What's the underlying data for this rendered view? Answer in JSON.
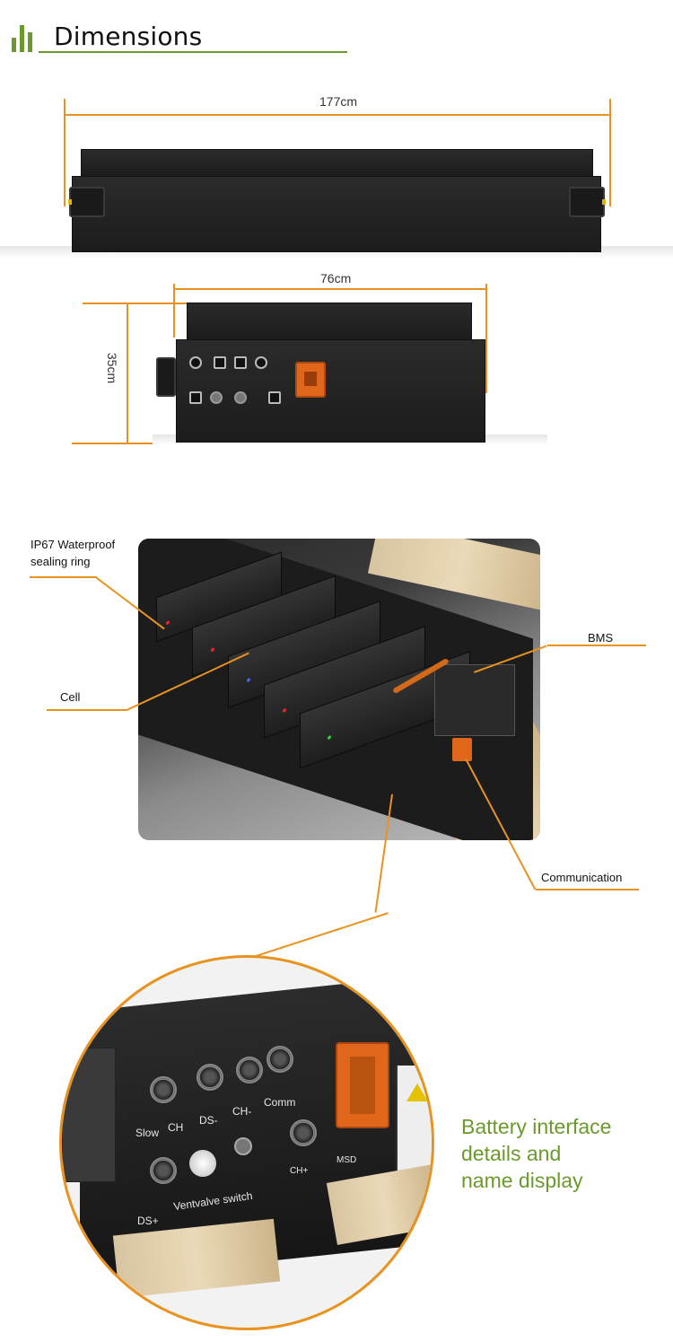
{
  "header": {
    "title": "Dimensions"
  },
  "dimensions": {
    "length": "177cm",
    "width": "76cm",
    "height": "35cm"
  },
  "callouts": {
    "waterproof": "IP67 Waterproof sealing ring",
    "waterproof_line1": "IP67 Waterproof",
    "waterproof_line2": "sealing ring",
    "cell": "Cell",
    "bms": "BMS",
    "communication": "Communication"
  },
  "closeup_labels": {
    "slow": "Slow",
    "ch": "CH",
    "ds_minus": "DS-",
    "ch_minus": "CH-",
    "comm": "Comm",
    "ch_plus": "CH+",
    "msd": "MSD",
    "ds_plus": "DS+",
    "vent": "Ventvalve switch"
  },
  "caption": {
    "line1": "Battery interface",
    "line2": "details and",
    "line3": "name display"
  },
  "colors": {
    "accent_green": "#6a9a2c",
    "line_orange": "#e8931f",
    "msd_orange": "#e0661c"
  }
}
